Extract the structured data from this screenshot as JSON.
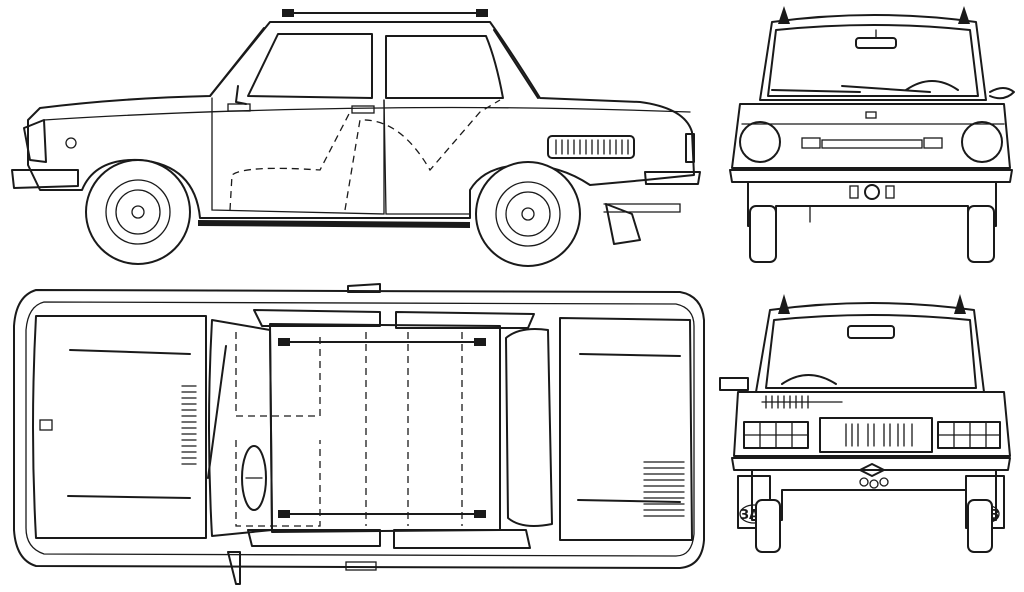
{
  "drawing": {
    "views": [
      {
        "id": "side",
        "label": ""
      },
      {
        "id": "front",
        "label": ""
      },
      {
        "id": "top",
        "label": ""
      },
      {
        "id": "rear",
        "label": ""
      }
    ],
    "badges": {
      "mudflap_left": "ЗАЗ",
      "mudflap_right": "ЗАЗ"
    },
    "colors": {
      "ink": "#1a1a1a",
      "paper": "#ffffff"
    }
  }
}
